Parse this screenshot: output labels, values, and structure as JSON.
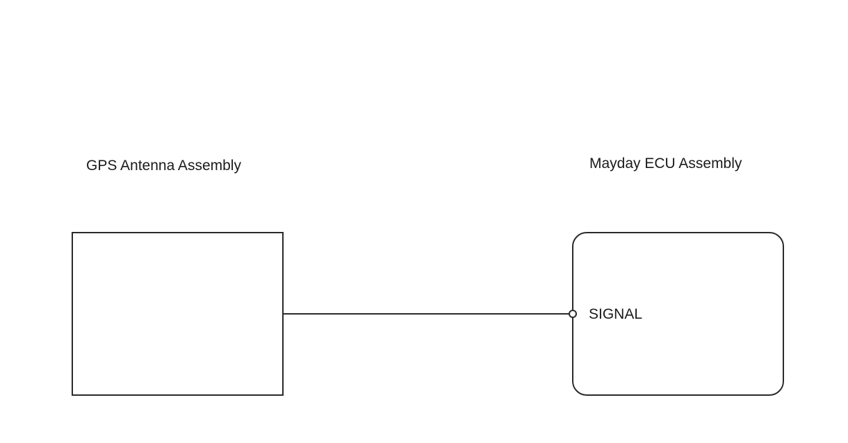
{
  "components": {
    "gps_antenna": {
      "label": "GPS Antenna Assembly"
    },
    "mayday_ecu": {
      "label": "Mayday ECU Assembly",
      "terminal": "SIGNAL"
    }
  },
  "colors": {
    "line": "#2a2a2a",
    "background": "#ffffff"
  }
}
